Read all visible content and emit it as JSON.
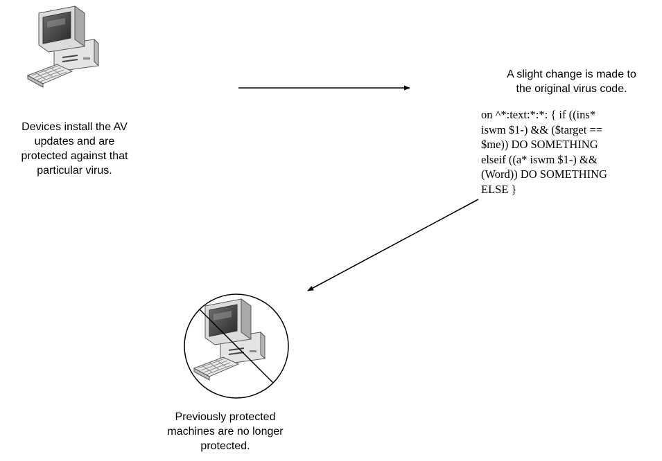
{
  "captions": {
    "devices": [
      "Devices install the AV",
      "updates and are",
      "protected against that",
      "particular virus."
    ],
    "change": [
      "A slight change is made to",
      "the original virus code."
    ],
    "previous": [
      "Previously protected",
      "machines are no longer",
      "protected."
    ]
  },
  "code": [
    "on ^*:text:*:*: { if ((ins*",
    "iswm $1-) && ($target ==",
    "$me)) DO SOMETHING",
    "elseif ((a* iswm $1-) &&",
    "(Word)) DO SOMETHING",
    "ELSE }"
  ],
  "icons": {
    "computer_top": "desktop-computer-icon",
    "computer_bottom": "desktop-computer-icon",
    "prohibited": "prohibited-circle-icon"
  },
  "colors": {
    "ink": "#000000",
    "background": "#ffffff"
  }
}
